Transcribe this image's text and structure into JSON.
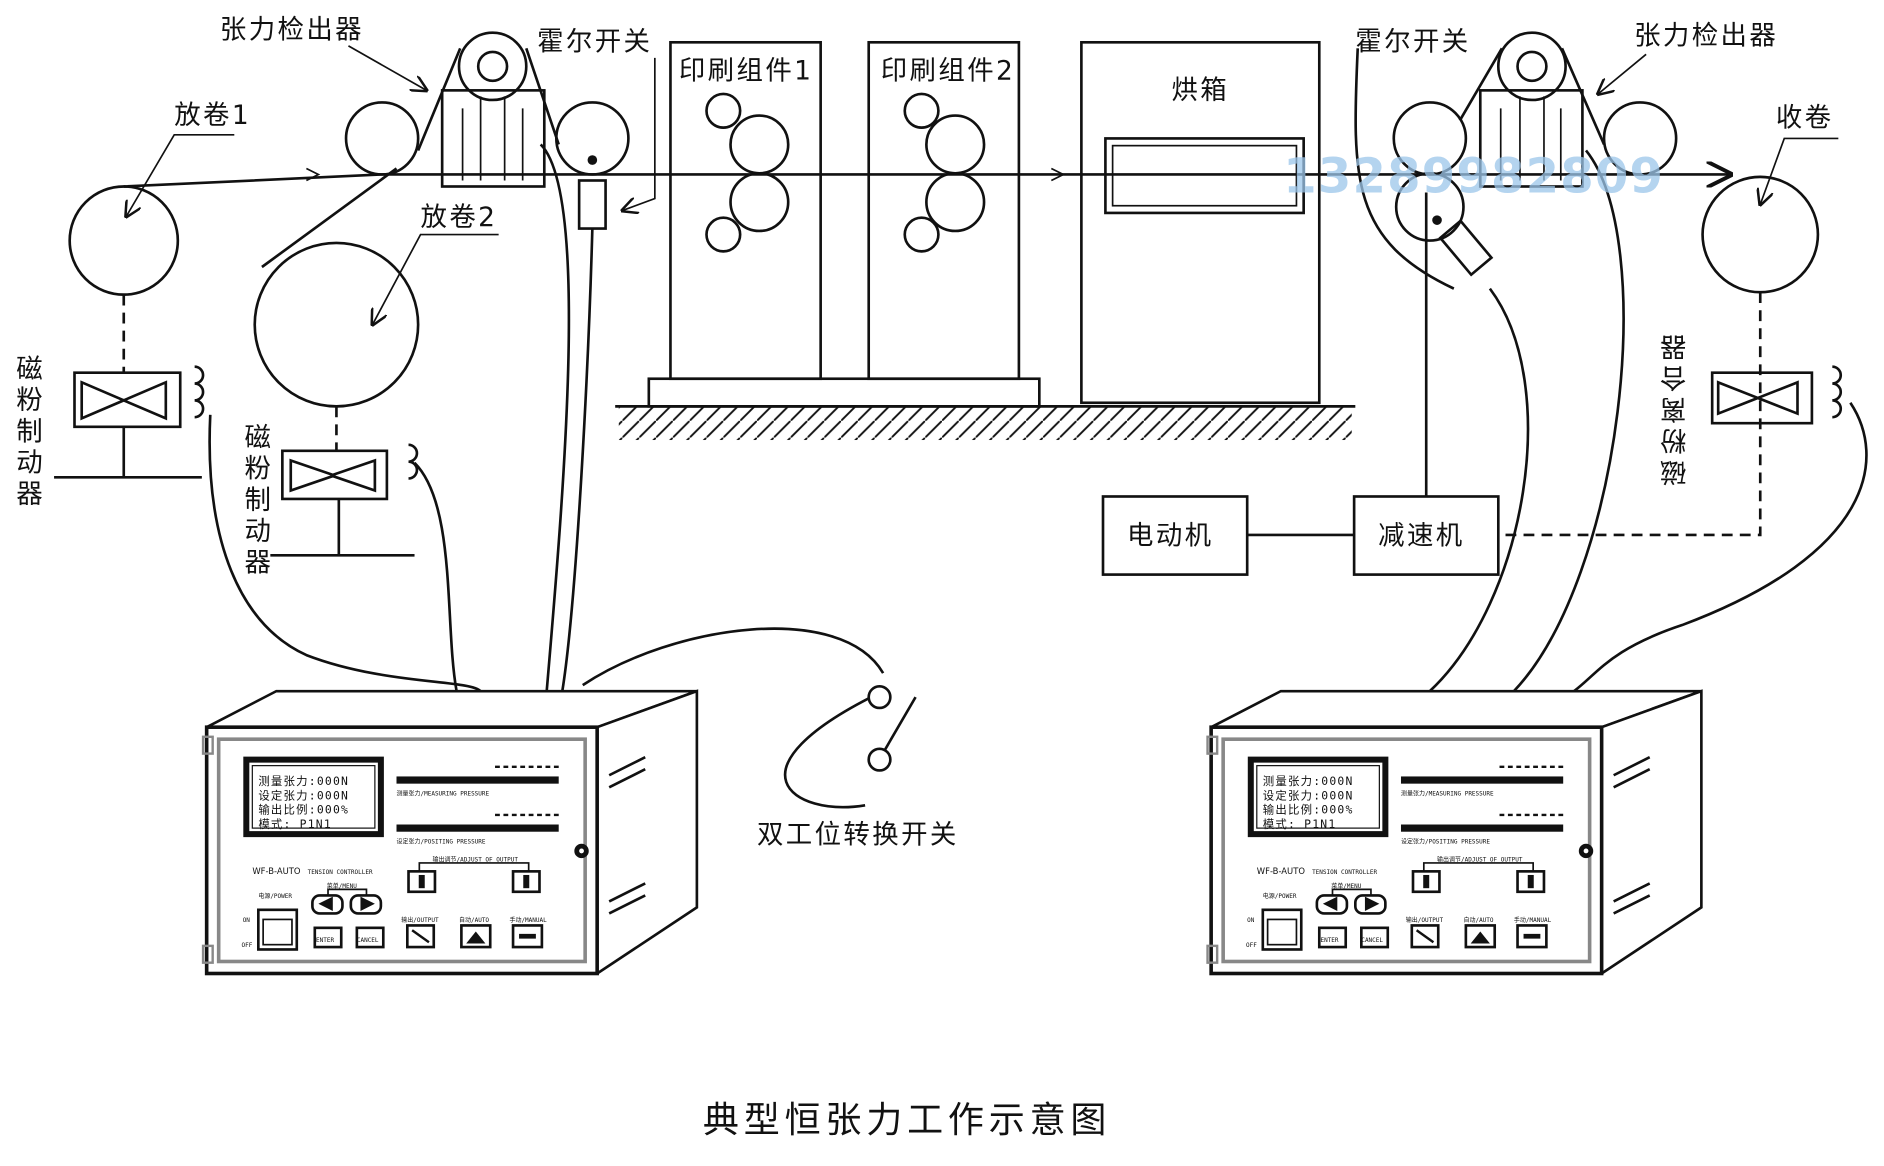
{
  "title": "典型恒张力工作示意图",
  "watermark": "13289982809",
  "labels": {
    "tension_detector_left": "张力检出器",
    "tension_detector_right": "张力检出器",
    "unwind1": "放卷1",
    "unwind2": "放卷2",
    "hall_switch_left": "霍尔开关",
    "hall_switch_right": "霍尔开关",
    "print_unit1": "印刷组件1",
    "print_unit2": "印刷组件2",
    "oven": "烘箱",
    "rewind": "收卷",
    "brake1": "磁粉制动器",
    "brake2": "磁粉制动器",
    "clutch": "磁粉离合器",
    "motor": "电动机",
    "reducer": "减速机",
    "dual_switch": "双工位转换开关"
  },
  "controller": {
    "lcd": [
      "测量张力:000N",
      "设定张力:000N",
      "输出比例:000%",
      "模式: P1N1"
    ],
    "bar1_label": "测量张力/MEASURING PRESSURE",
    "bar2_label": "设定张力/POSITING PRESSURE",
    "model": "WF-B-AUTO",
    "subtitle": "TENSION CONTROLLER",
    "adjust_label": "输出调节/ADJUST OF OUTPUT",
    "menu_label": "菜单/MENU",
    "power_label": "电源/POWER",
    "on": "ON",
    "off": "OFF",
    "enter": "ENTER",
    "cancel": "CANCEL",
    "output": "输出/OUTPUT",
    "auto": "自动/AUTO",
    "manual": "手动/MANUAL",
    "icons": [
      "down-icon",
      "up-icon",
      "left-arrow-icon",
      "right-arrow-icon",
      "output-icon",
      "auto-icon",
      "manual-hand-icon"
    ]
  }
}
